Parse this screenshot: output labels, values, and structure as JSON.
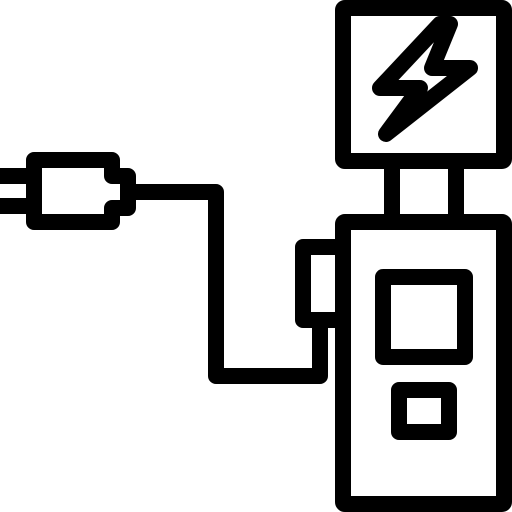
{
  "icon": {
    "name": "charging-station-icon",
    "stroke_color": "#000000",
    "background_color": "#ffffff",
    "parts": [
      "lightning-bolt-icon",
      "display-panel",
      "panel-connector",
      "station-body",
      "screen-window",
      "control-button",
      "cable-holder",
      "charging-cable",
      "plug-head",
      "plug-prongs"
    ]
  }
}
